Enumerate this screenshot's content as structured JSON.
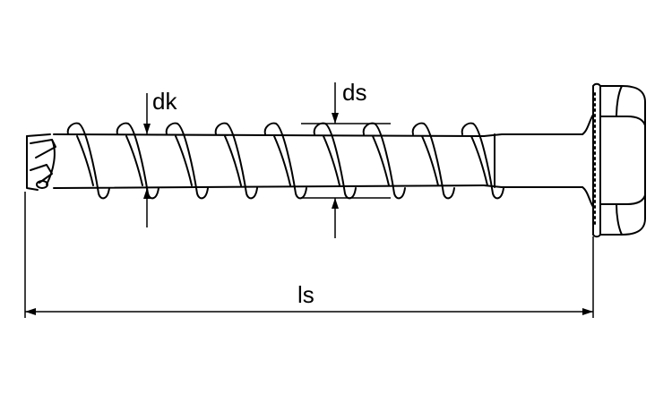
{
  "labels": {
    "dk": "dk",
    "ds": "ds",
    "ls": "ls"
  },
  "colors": {
    "stroke": "#000000",
    "background": "#ffffff"
  }
}
